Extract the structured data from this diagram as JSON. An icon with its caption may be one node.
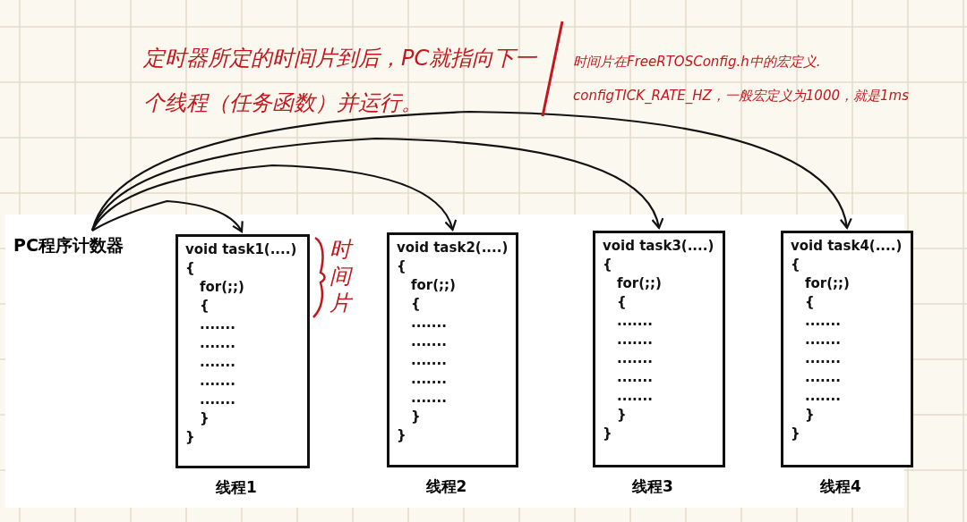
{
  "diagram": {
    "nodes": [
      {
        "text": [
          "PC程序计数器"
        ]
      },
      {
        "text": [
          "void task1(....)",
          "{",
          "for(;;)",
          "{",
          ".......",
          ".......",
          ".......",
          ".......",
          ".......",
          "}",
          "}"
        ],
        "beside": [
          "线程1"
        ]
      },
      {
        "text": [
          "void task2(....)",
          "{",
          "for(;;)",
          "{",
          ".......",
          ".......",
          ".......",
          ".......",
          ".......",
          "}",
          "}"
        ],
        "beside": [
          "线程2"
        ]
      },
      {
        "text": [
          "void task3(....)",
          "{",
          "for(;;)",
          "{",
          ".......",
          ".......",
          ".......",
          ".......",
          ".......",
          "}",
          "}"
        ],
        "beside": [
          "线程3"
        ]
      },
      {
        "text": [
          "void task4(....)",
          "{",
          "for(;;)",
          "{",
          ".......",
          ".......",
          ".......",
          ".......",
          ".......",
          "}",
          "}"
        ],
        "beside": [
          "线程4"
        ]
      }
    ],
    "edges": [
      {
        "from": 0,
        "to": 1,
        "arrow": "to"
      },
      {
        "from": 0,
        "to": 2,
        "arrow": "to"
      },
      {
        "from": 0,
        "to": 3,
        "arrow": "to"
      },
      {
        "from": 0,
        "to": 4,
        "arrow": "to"
      }
    ],
    "labels": [
      "定时器所定的时间片到后，PC就指向下一个线程（任务函数）并运行。",
      "时间片在FreeRTOSConfig.h中的宏定义. configTICK_RATE_HZ，一般宏定义为1000，就是1ms",
      "时间片"
    ]
  }
}
